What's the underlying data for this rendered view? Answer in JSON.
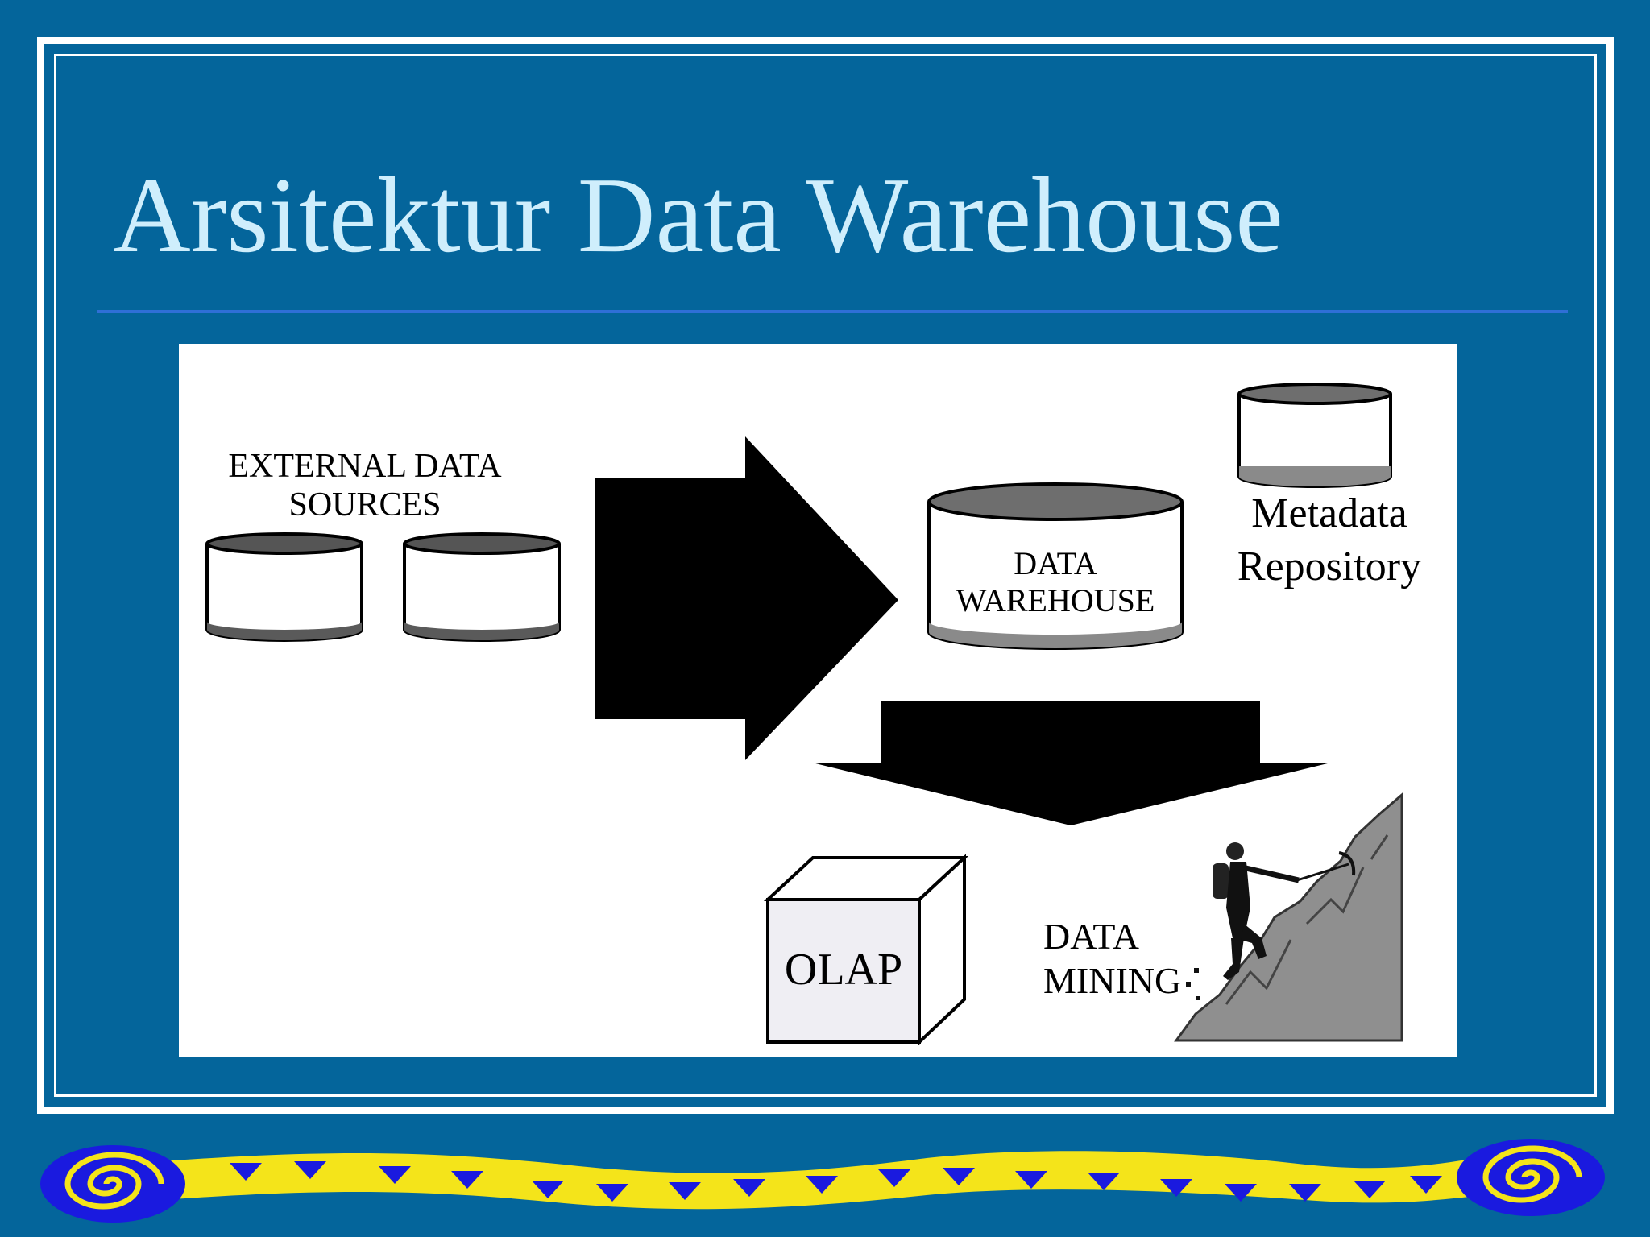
{
  "slide": {
    "title": "Arsitektur Data Warehouse"
  },
  "diagram": {
    "external_sources": {
      "line1": "EXTERNAL DATA",
      "line2": "SOURCES"
    },
    "data_warehouse": {
      "line1": "DATA",
      "line2": "WAREHOUSE"
    },
    "metadata": {
      "line1": "Metadata",
      "line2": "Repository"
    },
    "olap": {
      "label": "OLAP"
    },
    "data_mining": {
      "line1": "DATA",
      "line2": "MINING"
    }
  },
  "colors": {
    "background": "#04659b",
    "title": "#cfeefc",
    "rule": "#2f6fd6",
    "band_yellow": "#f4e41a",
    "band_blue": "#1a1adf"
  }
}
